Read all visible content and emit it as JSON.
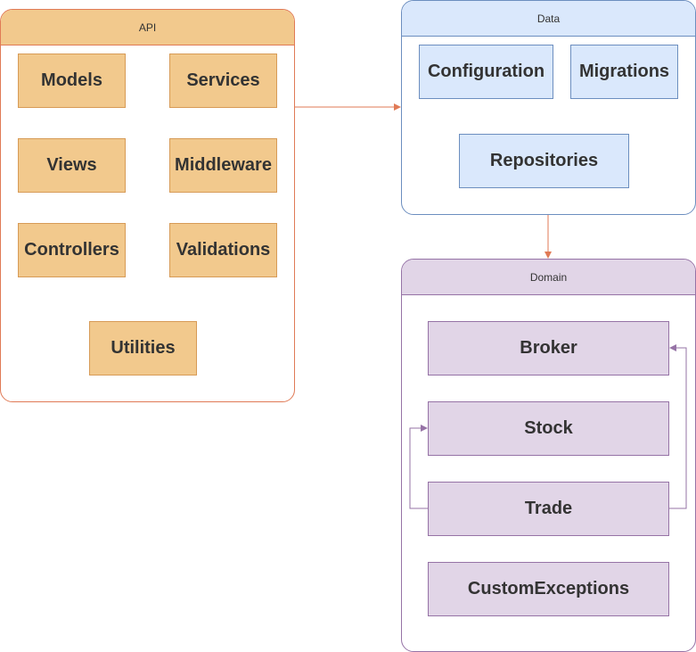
{
  "api": {
    "title": "API",
    "items": [
      "Models",
      "Services",
      "Views",
      "Middleware",
      "Controllers",
      "Validations",
      "Utilities"
    ]
  },
  "data": {
    "title": "Data",
    "items": [
      "Configuration",
      "Migrations",
      "Repositories"
    ]
  },
  "domain": {
    "title": "Domain",
    "items": [
      "Broker",
      "Stock",
      "Trade",
      "CustomExceptions"
    ]
  },
  "colors": {
    "api_fill": "#f2c98d",
    "api_stroke": "#e07a56",
    "data_fill": "#dae8fc",
    "data_stroke": "#6c8ebf",
    "domain_fill": "#e1d5e7",
    "domain_stroke": "#9673a6"
  }
}
